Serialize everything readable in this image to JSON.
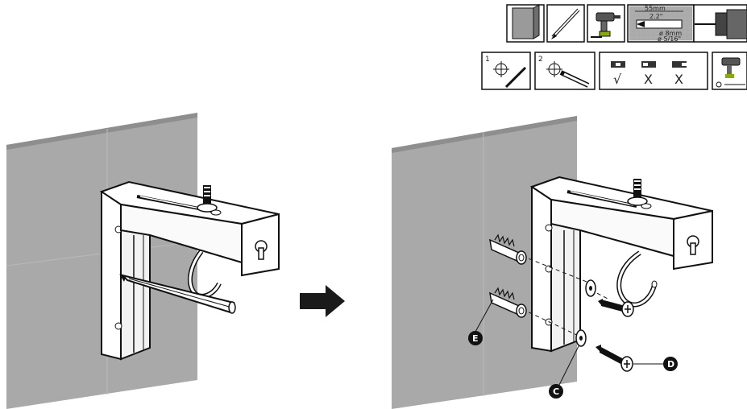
{
  "colors": {
    "wall": "#a9a9a9",
    "wall_edge": "#8e8e8e",
    "line": "#111111",
    "arrow": "#1a1a1a",
    "callout_fill": "#111111"
  },
  "tools_row": {
    "drill_depth": "55mm",
    "drill_depth_inch": "2.2\"",
    "bit_size": "ø 8mm",
    "bit_size_inch": "ø 5/16\""
  },
  "steps_row": {
    "step1_number": "1",
    "step2_number": "2",
    "level_marks": [
      "√",
      "X",
      "X"
    ]
  },
  "callouts": {
    "anchor": "E",
    "washer": "C",
    "screw": "D"
  },
  "icons": [
    "wall-panel-icon",
    "pencil-icon",
    "drill-icon",
    "drill-depth-icon",
    "mark-hole-icon",
    "pencil-mark-icon",
    "level-check-icon",
    "drill-screw-icon",
    "step-arrow-icon"
  ]
}
